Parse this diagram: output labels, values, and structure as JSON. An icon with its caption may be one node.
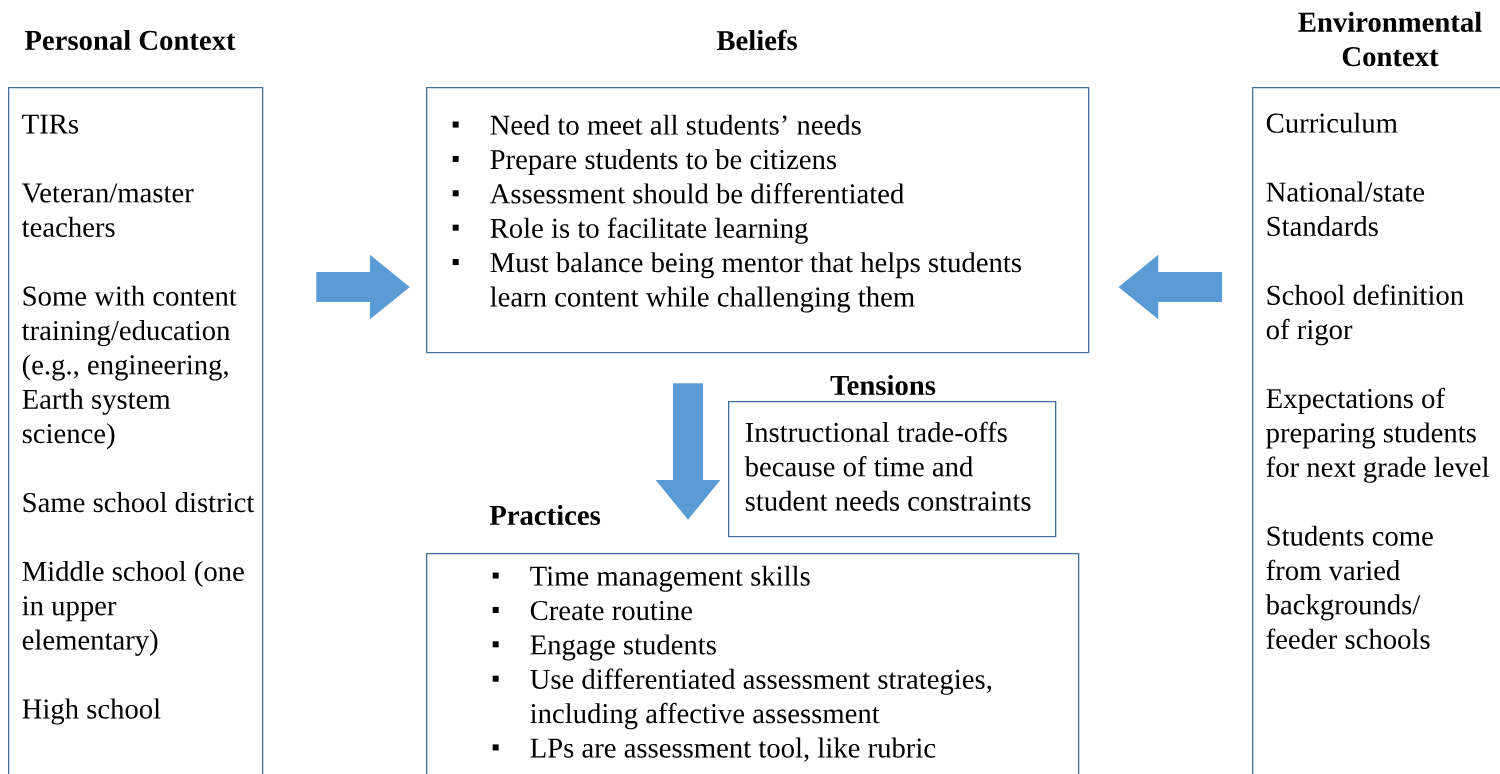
{
  "diagram": {
    "nodes": [
      {
        "text": [
          "Personal Context",
          "TIRs",
          "Veteran/master teachers",
          "Some with content training/education (e.g., engineering, Earth system science)",
          "Same school district",
          "Middle school (one in upper elementary)",
          "High school"
        ]
      },
      {
        "text": [
          "Beliefs",
          "Need to meet all students’ needs",
          "Prepare students to be citizens",
          "Assessment should be differentiated",
          "Role is to facilitate learning",
          "Must balance being mentor that helps students learn content while challenging them"
        ]
      },
      {
        "text": [
          "Environmental Context",
          "Curriculum",
          "National/state Standards",
          "School definition of rigor",
          "Expectations of preparing students for next grade level",
          "Students come from varied backgrounds/ feeder schools"
        ]
      },
      {
        "text": [
          "Tensions",
          "Instructional trade-offs because of time and student needs constraints"
        ]
      },
      {
        "text": [
          "Practices",
          "Time management skills",
          "Create routine",
          "Engage students",
          "Use differentiated assessment strategies, including affective assessment",
          "LPs are assessment tool, like rubric"
        ]
      }
    ],
    "edges": [
      {
        "from": 0,
        "to": 1,
        "arrow": "to"
      },
      {
        "from": 2,
        "to": 1,
        "arrow": "to"
      },
      {
        "from": 1,
        "to": 4,
        "arrow": "to"
      }
    ]
  }
}
